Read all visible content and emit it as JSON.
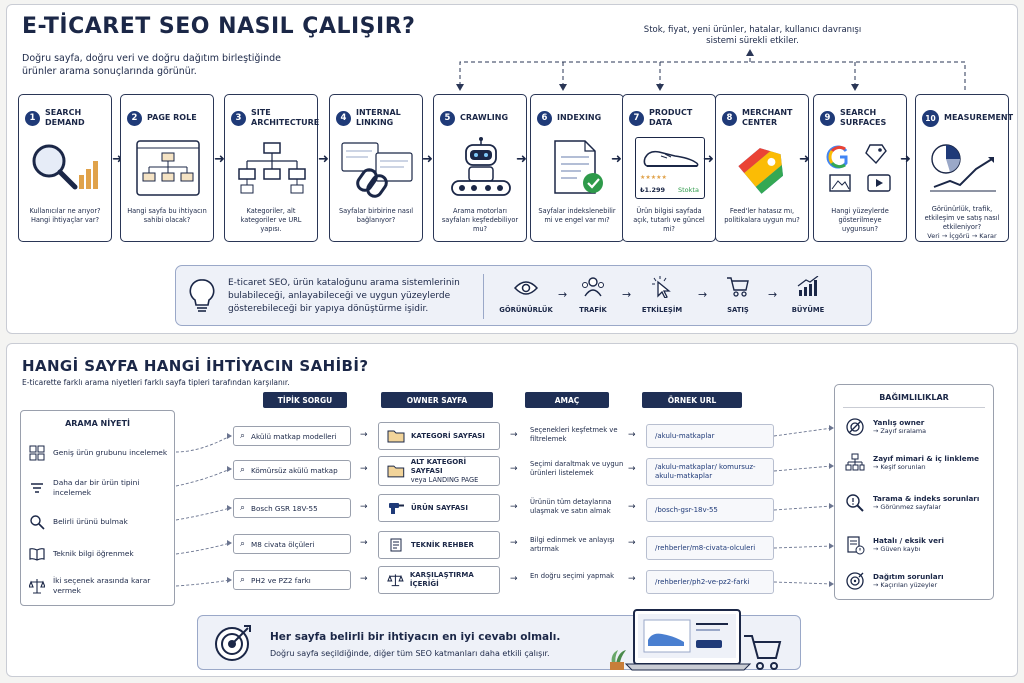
{
  "header": {
    "title": "E-TİCARET SEO NASIL ÇALIŞIR?",
    "subtitle": "Doğru sayfa, doğru veri ve doğru dağıtım birleştiğinde ürünler arama sonuçlarında görünür.",
    "loop_note": "Stok, fiyat, yeni ürünler, hatalar, kullanıcı davranışı sistemi sürekli etkiler."
  },
  "steps": [
    {
      "num": "1",
      "title": "SEARCH DEMAND",
      "desc": "Kullanıcılar ne arıyor? Hangi ihtiyaçlar var?",
      "icon": "magnifier-chart-icon"
    },
    {
      "num": "2",
      "title": "PAGE ROLE",
      "desc": "Hangi sayfa bu ihtiyacın sahibi olacak?",
      "icon": "page-hierarchy-icon"
    },
    {
      "num": "3",
      "title": "SITE ARCHITECTURE",
      "desc": "Kategoriler, alt kategoriler ve URL yapısı.",
      "icon": "tree-structure-icon"
    },
    {
      "num": "4",
      "title": "INTERNAL LINKING",
      "desc": "Sayfalar birbirine nasıl bağlanıyor?",
      "icon": "chain-link-icon"
    },
    {
      "num": "5",
      "title": "CRAWLING",
      "desc": "Arama motorları sayfaları keşfedebiliyor mu?",
      "icon": "robot-crawler-icon"
    },
    {
      "num": "6",
      "title": "INDEXING",
      "desc": "Sayfalar indekslenebilir mi ve engel var mı?",
      "icon": "document-check-icon"
    },
    {
      "num": "7",
      "title": "PRODUCT DATA",
      "desc": "Ürün bilgisi sayfada açık, tutarlı ve güncel mi?",
      "icon": "shoe-product-card-icon",
      "price": "₺1.299",
      "stock": "Stokta",
      "stars": "★★★★★"
    },
    {
      "num": "8",
      "title": "MERCHANT CENTER",
      "desc": "Feed'ler hatasız mı, politikalara uygun mu?",
      "icon": "merchant-tag-icon"
    },
    {
      "num": "9",
      "title": "SEARCH SURFACES",
      "desc": "Hangi yüzeylerde gösterilmeye uygunsun?",
      "icon": "search-surfaces-icon"
    },
    {
      "num": "10",
      "title": "MEASUREMENT",
      "desc": "Görünürlük, trafik, etkileşim ve satış nasıl etkileniyor?",
      "icon": "analytics-chart-icon",
      "flow": "Veri → İçgörü → Karar"
    }
  ],
  "info": {
    "text": "E-ticaret SEO, ürün kataloğunu arama sistemlerinin bulabileceği, anlayabileceği ve uygun yüzeylerde gösterebileceği bir yapıya dönüştürme işidir.",
    "funnel": [
      {
        "label": "GÖRÜNÜRLÜK",
        "icon": "eye-icon"
      },
      {
        "label": "TRAFİK",
        "icon": "users-icon"
      },
      {
        "label": "ETKİLEŞİM",
        "icon": "cursor-click-icon"
      },
      {
        "label": "SATIŞ",
        "icon": "cart-icon"
      },
      {
        "label": "BÜYÜME",
        "icon": "growth-chart-icon"
      }
    ]
  },
  "section2": {
    "title": "HANGİ SAYFA HANGİ İHTİYACIN SAHİBİ?",
    "subtitle": "E-ticarette farklı arama niyetleri farklı sayfa tipleri tarafından karşılanır.",
    "columns": {
      "query": "TİPİK SORGU",
      "owner": "OWNER SAYFA",
      "goal": "AMAÇ",
      "url": "ÖRNEK URL"
    },
    "needs_title": "ARAMA NİYETİ",
    "rows": [
      {
        "need": "Geniş ürün grubunu incelemek",
        "need_icon": "grid-icon",
        "query": "Akülü matkap modelleri",
        "owner": "KATEGORİ SAYFASI",
        "owner_sub": "",
        "owner_icon": "folder-icon",
        "goal": "Seçenekleri keşfetmek ve filtrelemek",
        "url": "/akulu-matkaplar"
      },
      {
        "need": "Daha dar bir ürün tipini incelemek",
        "need_icon": "filter-icon",
        "query": "Kömürsüz akülü matkap",
        "owner": "ALT KATEGORİ SAYFASI",
        "owner_sub": "veya LANDING PAGE",
        "owner_icon": "folder-icon",
        "goal": "Seçimi daraltmak ve uygun ürünleri listelemek",
        "url": "/akulu-matkaplar/ komursuz-akulu-matkaplar"
      },
      {
        "need": "Belirli ürünü bulmak",
        "need_icon": "search-icon",
        "query": "Bosch GSR 18V-55",
        "owner": "ÜRÜN SAYFASI",
        "owner_sub": "",
        "owner_icon": "drill-icon",
        "goal": "Ürünün tüm detaylarına ulaşmak ve satın almak",
        "url": "/bosch-gsr-18v-55"
      },
      {
        "need": "Teknik bilgi öğrenmek",
        "need_icon": "book-icon",
        "query": "M8 civata ölçüleri",
        "owner": "TEKNİK REHBER",
        "owner_sub": "",
        "owner_icon": "document-icon",
        "goal": "Bilgi edinmek ve anlayışı artırmak",
        "url": "/rehberler/m8-civata-olculeri"
      },
      {
        "need": "İki seçenek arasında karar vermek",
        "need_icon": "scale-icon",
        "query": "PH2 ve PZ2 farkı",
        "owner": "KARŞILAŞTIRMA İÇERİĞİ",
        "owner_sub": "",
        "owner_icon": "scale-icon",
        "goal": "En doğru seçimi yapmak",
        "url": "/rehberler/ph2-ve-pz2-farki"
      }
    ],
    "deps_title": "BAĞIMLILIKLAR",
    "deps": [
      {
        "title": "Yanlış owner",
        "sub": "→ Zayıf sıralama",
        "icon": "broken-target-icon"
      },
      {
        "title": "Zayıf mimari & iç linkleme",
        "sub": "→ Keşif sorunları",
        "icon": "hierarchy-icon"
      },
      {
        "title": "Tarama & indeks sorunları",
        "sub": "→ Görünmez sayfalar",
        "icon": "magnifier-warning-icon"
      },
      {
        "title": "Hatalı / eksik veri",
        "sub": "→ Güven kaybı",
        "icon": "document-warning-icon"
      },
      {
        "title": "Dağıtım sorunları",
        "sub": "→ Kaçırılan yüzeyler",
        "icon": "target-warning-icon"
      }
    ]
  },
  "bottom": {
    "line1": "Her sayfa belirli bir ihtiyacın en iyi cevabı olmalı.",
    "line2": "Doğru sayfa seçildiğinde, diğer tüm SEO katmanları daha etkili çalışır."
  }
}
